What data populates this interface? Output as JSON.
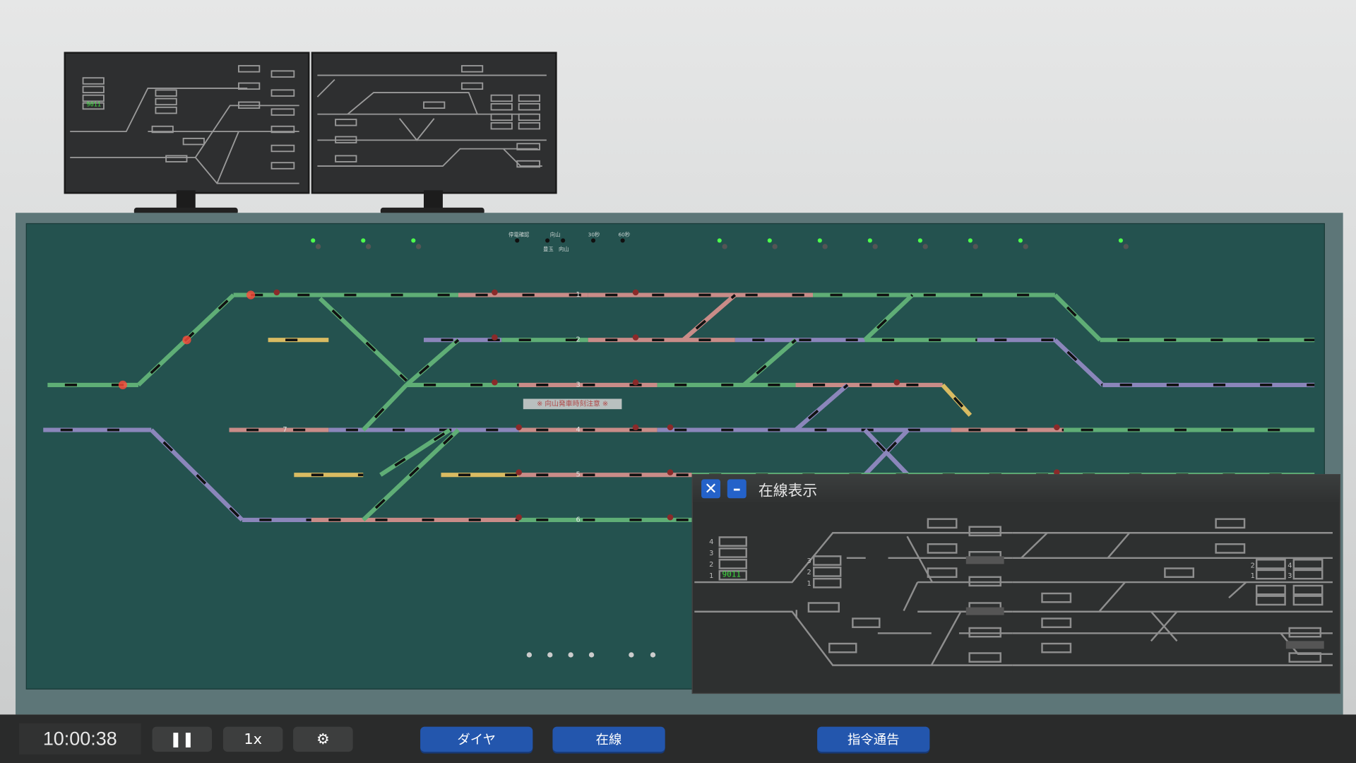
{
  "app": {
    "clock": "10:00:38",
    "speed_label": "1x",
    "pause_icon": "pause-icon",
    "settings_icon": "gear-icon"
  },
  "nav": {
    "diagram_button": "ダイヤ",
    "occupancy_button": "在線",
    "orders_button": "指令通告"
  },
  "popup": {
    "title": "在線表示",
    "close_icon": "close-icon",
    "minimize_icon": "minimize-icon",
    "left_slots": [
      "4",
      "3",
      "2",
      "1"
    ],
    "mid_slots": [
      "3",
      "2",
      "1"
    ],
    "right_slots_a": [
      "2",
      "1"
    ],
    "right_slots_b": [
      "4",
      "3"
    ],
    "train_number": "9011"
  },
  "monitor": {
    "train_number": "9011"
  },
  "panel": {
    "track_numbers": [
      "1",
      "2",
      "3",
      "4",
      "5",
      "6",
      "7"
    ],
    "notice": "※ 向山発車時刻注意 ※",
    "indicators": {
      "top_labels": [
        "停電確認",
        "向山",
        "30秒",
        "60秒"
      ],
      "bottom_labels": [
        "豊玉",
        "向山"
      ]
    }
  },
  "colors": {
    "green": "#5fae76",
    "pink": "#c98c88",
    "purple": "#8b86bb",
    "yellow": "#d9bb62",
    "accent": "#2356ad",
    "train_text": "#3ddc3d"
  }
}
